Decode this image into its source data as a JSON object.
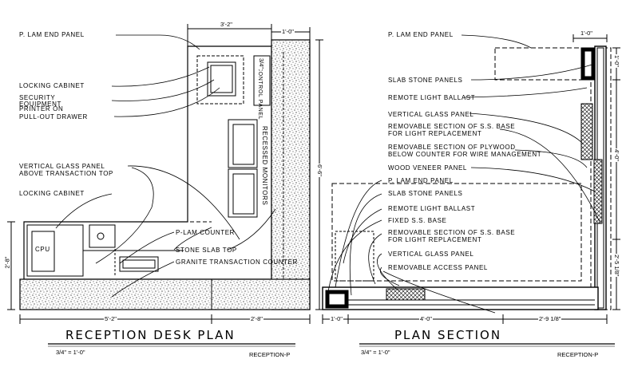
{
  "left_plan": {
    "title": "RECEPTION DESK PLAN",
    "scale": "3/4\" = 1'-0\"",
    "sheet": "RECEPTION-P",
    "labels": {
      "p_lam_end_panel": "P. LAM END PANEL",
      "locking_cabinet_top": "LOCKING CABINET",
      "security_equipment": "SECURITY",
      "equipment": "EQUIPMENT",
      "printer_on": "PRINTER ON",
      "pull_out_drawer": "PULL-OUT DRAWER",
      "vertical_glass_panel": "VERTICAL GLASS PANEL",
      "above_transaction_top": "ABOVE TRANSACTION TOP",
      "locking_cabinet_low": "LOCKING CABINET",
      "p_lam_counter": "P-LAM COUNTER",
      "stone_slab_top": "STONE SLAB TOP",
      "granite_transaction_counter": "GRANITE TRANSACTION COUNTER",
      "cpu": "CPU",
      "recessed_monitors": "RECESSED MONITORS",
      "control_panel": "CONTROL PANEL"
    },
    "dims": {
      "top_width": "3'-2\"",
      "top_right": "1'-0\"",
      "control_depth": "3/4\"",
      "right_height": "6'-6\"",
      "left_height": "2'-8\"",
      "bottom_left": "5'-2\"",
      "bottom_right": "2'-8\""
    }
  },
  "right_section": {
    "title": "PLAN SECTION",
    "scale": "3/4\" = 1'-0\"",
    "sheet": "RECEPTION-P",
    "labels": {
      "p_lam_end_panel_top": "P. LAM END PANEL",
      "slab_stone_panels_top": "SLAB STONE PANELS",
      "remote_light_ballast_top": "REMOTE LIGHT BALLAST",
      "vertical_glass_panel_top": "VERTICAL GLASS PANEL",
      "removable_ss_base_1": "REMOVABLE SECTION OF S.S. BASE",
      "for_light_replacement_1": "FOR LIGHT REPLACEMENT",
      "removable_plywood": "REMOVABLE SECTION OF PLYWOOD",
      "below_counter": "BELOW COUNTER FOR WIRE MANAGEMENT",
      "wood_veneer_panel": "WOOD VENEER PANEL",
      "p_lam_end_panel_mid": "P. LAM END PANEL",
      "slab_stone_panels_mid": "SLAB STONE PANELS",
      "remote_light_ballast_mid": "REMOTE LIGHT BALLAST",
      "fixed_ss_base": "FIXED S.S. BASE",
      "removable_ss_base_2": "REMOVABLE SECTION OF S.S. BASE",
      "for_light_replacement_2": "FOR LIGHT REPLACEMENT",
      "vertical_glass_panel_mid": "VERTICAL GLASS PANEL",
      "removable_access_panel": "REMOVABLE ACCESS PANEL"
    },
    "dims": {
      "top": "1'-0\"",
      "top_right": "1'-0\"",
      "right_height": "4'-0\"",
      "lower_right": "2'-5 1/8\"",
      "bottom_left": "1'-0\"",
      "bottom_mid": "4'-0\"",
      "bottom_right": "2'-9 1/8\""
    }
  }
}
